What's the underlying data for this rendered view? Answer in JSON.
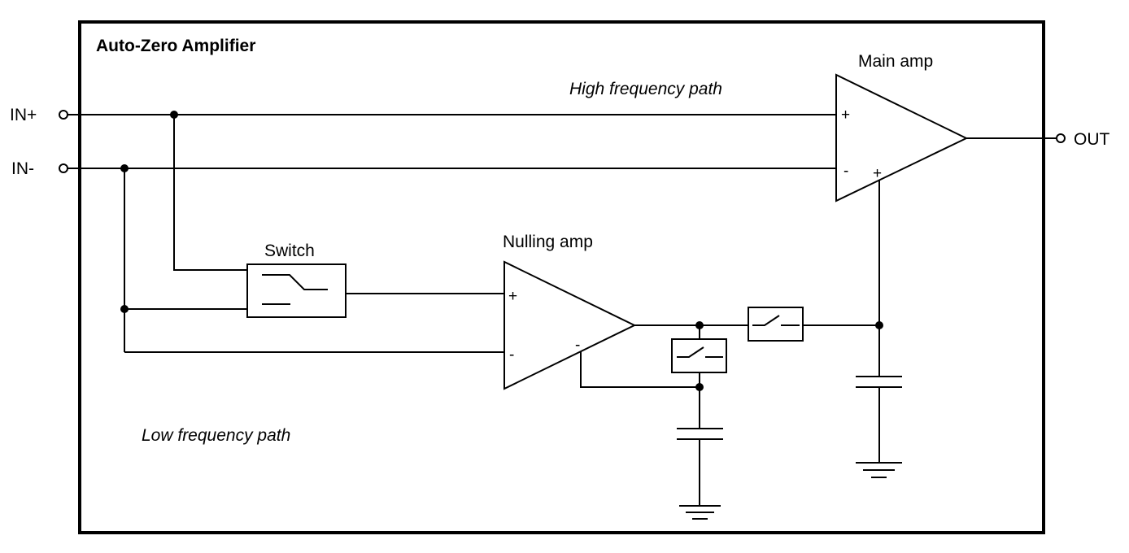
{
  "diagram": {
    "title": "Auto-Zero Amplifier",
    "terminals": {
      "in_plus": "IN+",
      "in_minus": "IN-",
      "out": "OUT"
    },
    "blocks": {
      "main_amp": {
        "label": "Main amp",
        "pins": {
          "plus": "+",
          "minus": "-",
          "aux_plus": "+"
        }
      },
      "nulling_amp": {
        "label": "Nulling amp",
        "pins": {
          "plus": "+",
          "minus": "-",
          "aux_minus": "-"
        }
      },
      "switch": {
        "label": "Switch"
      }
    },
    "annotations": {
      "high_path": "High frequency path",
      "low_path": "Low frequency path"
    },
    "components": [
      "input-switch",
      "nulling-amp",
      "null-feedback-switch",
      "null-hold-capacitor",
      "series-switch",
      "main-hold-capacitor",
      "main-amp"
    ]
  }
}
